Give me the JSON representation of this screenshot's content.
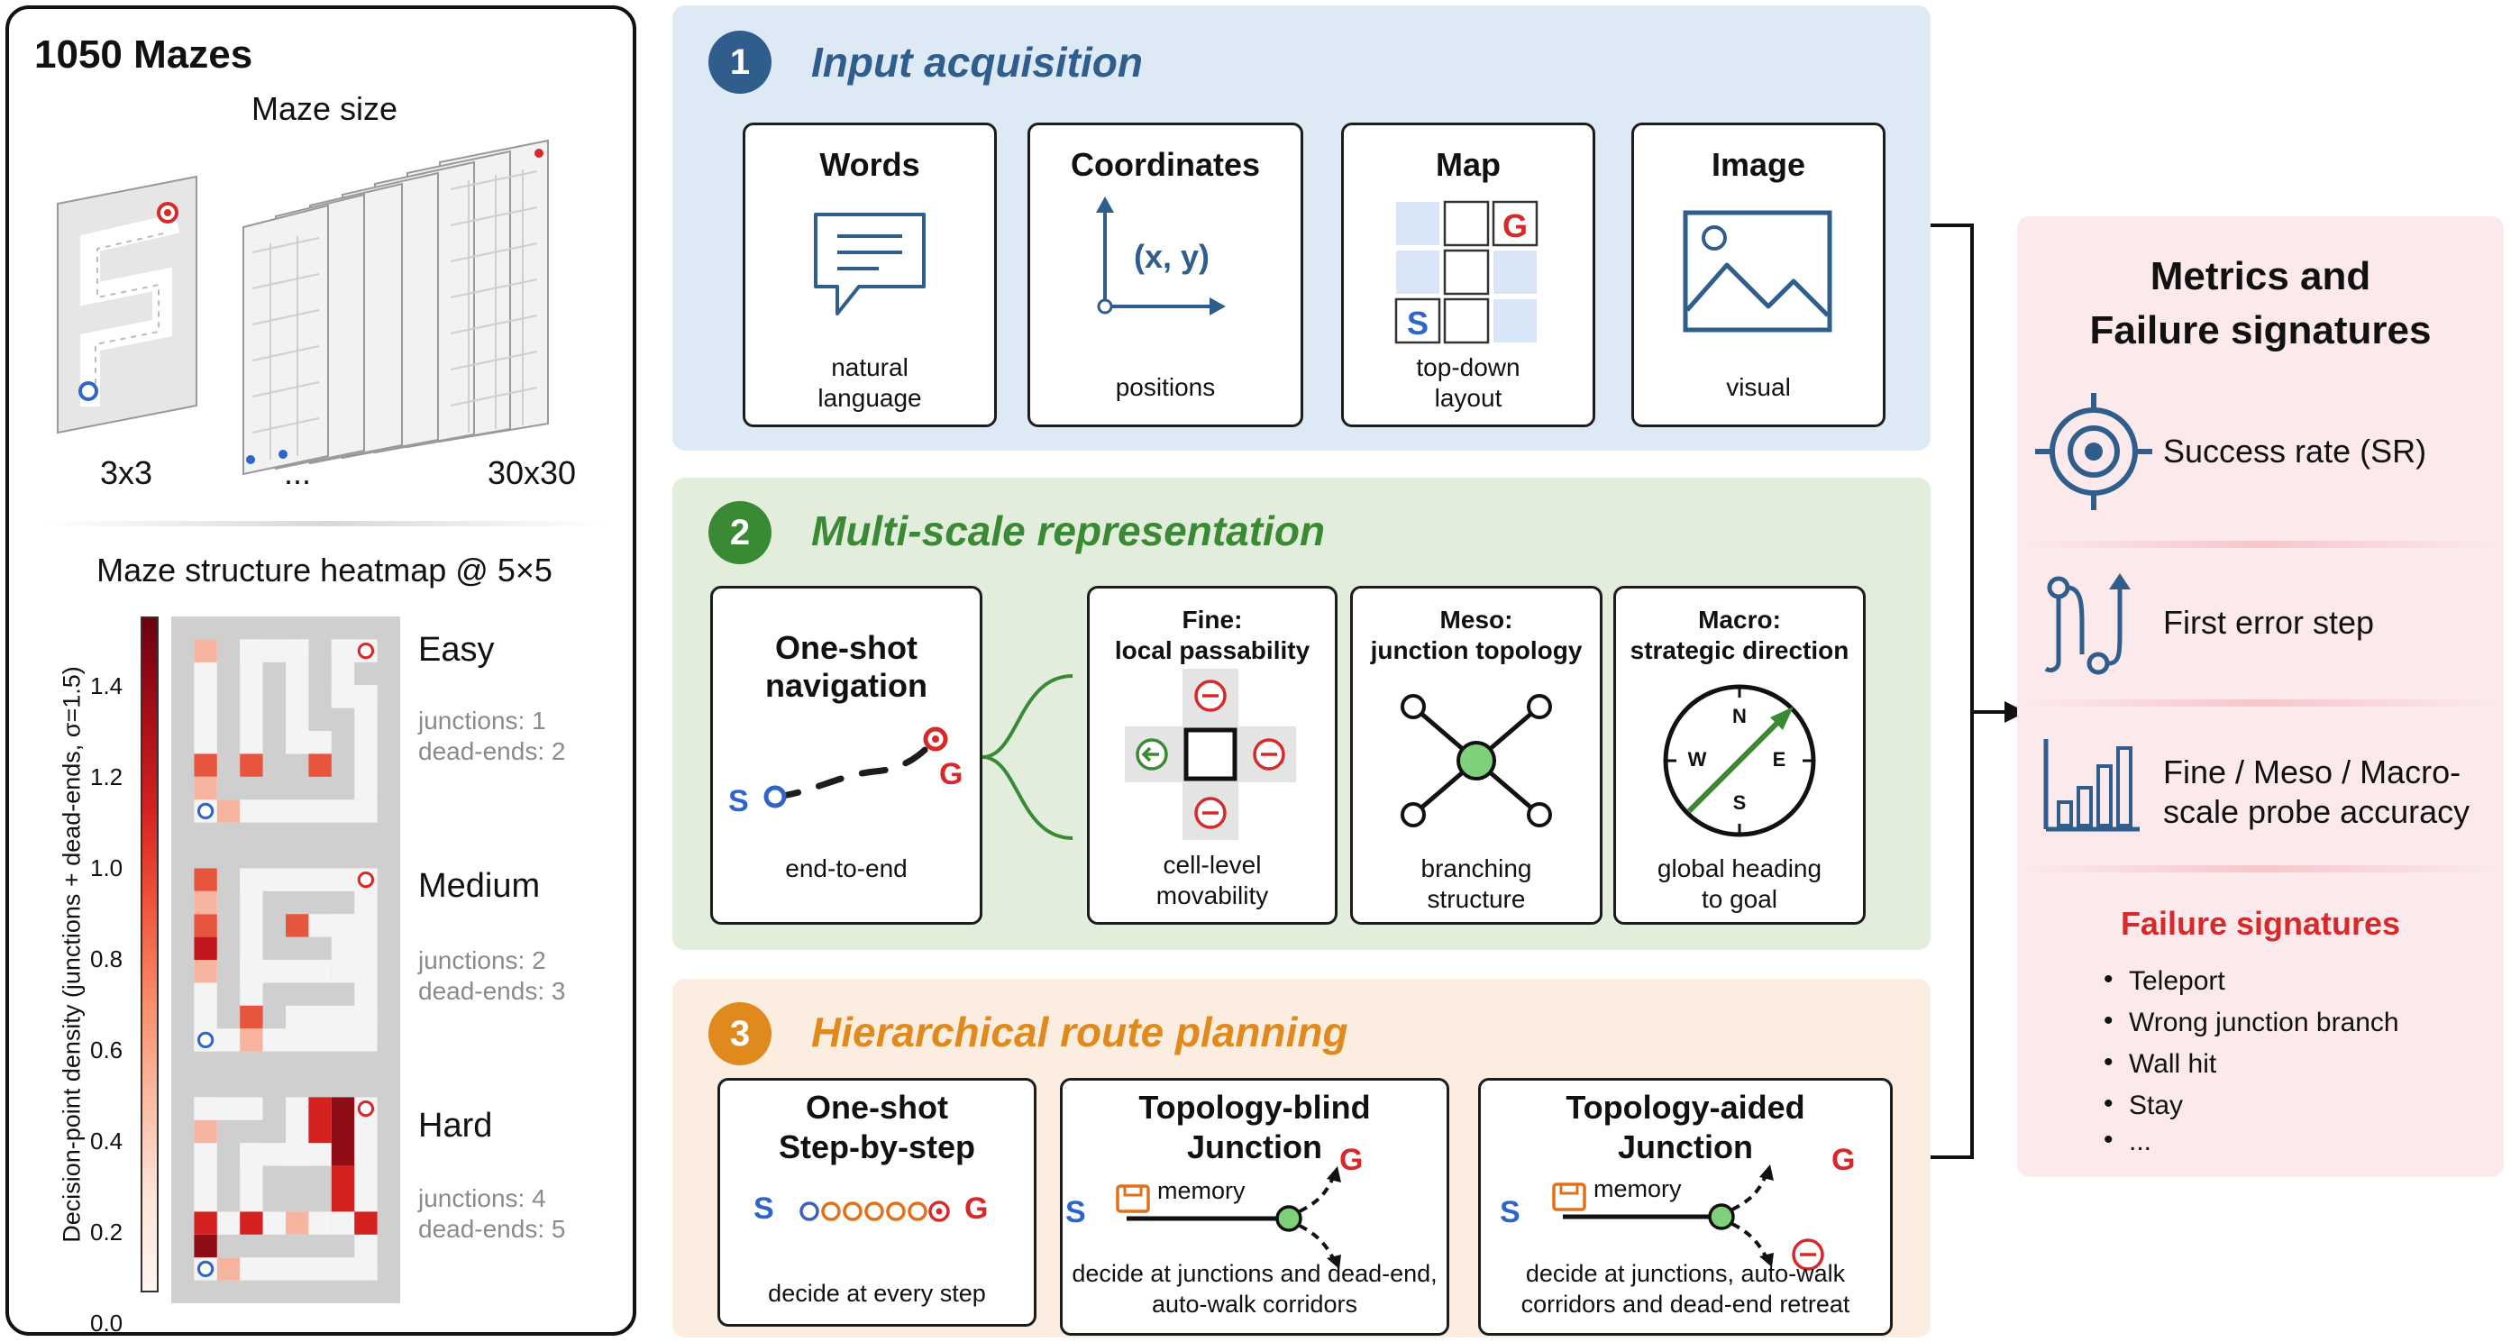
{
  "left": {
    "title": "1050 Mazes",
    "maze_size_label": "Maze size",
    "size_min": "3x3",
    "size_ellipsis": "...",
    "size_max": "30x30",
    "heatmap_title": "Maze structure heatmap @ 5×5",
    "colorbar_label": "Decision-point density (junctions + dead-ends, σ=1.5)",
    "colorbar_ticks": [
      "1.4",
      "1.2",
      "1.0",
      "0.8",
      "0.6",
      "0.4",
      "0.2",
      "0.0"
    ],
    "difficulties": [
      {
        "name": "Easy",
        "junctions": "junctions: 1",
        "deadends": "dead-ends: 2"
      },
      {
        "name": "Medium",
        "junctions": "junctions: 2",
        "deadends": "dead-ends: 3"
      },
      {
        "name": "Hard",
        "junctions": "junctions: 4",
        "deadends": "dead-ends: 5"
      }
    ]
  },
  "sections": [
    {
      "number": "1",
      "title": "Input acquisition",
      "color": "#2f5d8c",
      "boxes": [
        {
          "title": "Words",
          "caption_1": "natural",
          "caption_2": "language"
        },
        {
          "title": "Coordinates",
          "glyph": "(x, y)",
          "caption_1": "positions"
        },
        {
          "title": "Map",
          "goal": "G",
          "start": "S",
          "caption_1": "top-down",
          "caption_2": "layout"
        },
        {
          "title": "Image",
          "caption_1": "visual"
        }
      ]
    },
    {
      "number": "2",
      "title": "Multi-scale representation",
      "color": "#3a8a35",
      "boxes": [
        {
          "title_1": "One-shot",
          "title_2": "navigation",
          "start": "S",
          "goal": "G",
          "caption_1": "end-to-end"
        },
        {
          "title_1": "Fine:",
          "title_2": "local passability",
          "caption_1": "cell-level",
          "caption_2": "movability"
        },
        {
          "title_1": "Meso:",
          "title_2": "junction topology",
          "caption_1": "branching",
          "caption_2": "structure"
        },
        {
          "title_1": "Macro:",
          "title_2": "strategic direction",
          "compass": [
            "N",
            "W",
            "E",
            "S"
          ],
          "caption_1": "global heading",
          "caption_2": "to goal"
        }
      ]
    },
    {
      "number": "3",
      "title": "Hierarchical route planning",
      "color": "#e08a1e",
      "boxes": [
        {
          "title_1": "One-shot",
          "title_2": "Step-by-step",
          "start": "S",
          "goal": "G",
          "caption_1": "decide at every step"
        },
        {
          "title_1": "Topology-blind",
          "title_2": "Junction",
          "start": "S",
          "goal": "G",
          "memory": "memory",
          "caption_1": "decide at junctions and dead-end,",
          "caption_2": "auto-walk corridors"
        },
        {
          "title_1": "Topology-aided",
          "title_2": "Junction",
          "start": "S",
          "goal": "G",
          "memory": "memory",
          "caption_1": "decide at junctions, auto-walk",
          "caption_2": "corridors and dead-end retreat"
        }
      ]
    }
  ],
  "metrics": {
    "title_1": "Metrics and",
    "title_2": "Failure signatures",
    "items": [
      {
        "icon": "target-icon",
        "label_1": "Success rate (SR)"
      },
      {
        "icon": "route-icon",
        "label_1": "First error step"
      },
      {
        "icon": "bar-chart-icon",
        "label_1": "Fine / Meso / Macro-",
        "label_2": "scale probe accuracy"
      }
    ],
    "failure_title": "Failure signatures",
    "failures": [
      "Teleport",
      "Wrong junction branch",
      "Wall hit",
      "Stay",
      "..."
    ]
  },
  "colors": {
    "blue_panel": "#dde9f4",
    "green_panel": "#e2eddb",
    "orange_panel": "#fbeee0",
    "pink_panel": "#fbe9ec",
    "start_blue": "#2f64c8",
    "goal_red": "#d62a2a",
    "failure_red": "#d62a2a"
  }
}
